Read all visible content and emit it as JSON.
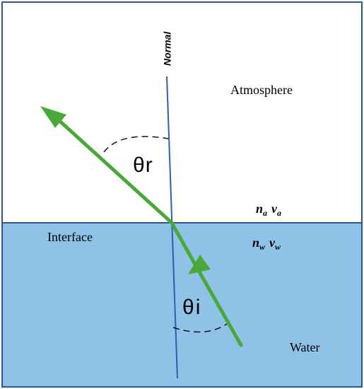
{
  "diagram": {
    "normal_label": "Normal",
    "atmosphere_label": "Atmosphere",
    "interface_label": "Interface",
    "water_label": "Water",
    "upper_media": {
      "n": "n",
      "n_sub": "a",
      "v": "v",
      "v_sub": "a"
    },
    "lower_media": {
      "n": "n",
      "n_sub": "w",
      "v": "v",
      "v_sub": "w"
    },
    "angle_refracted": {
      "symbol": "θ",
      "sub": "r"
    },
    "angle_incident": {
      "symbol": "θ",
      "sub": "i"
    }
  },
  "colors": {
    "water": "#8fc2e7",
    "border": "#2f5597",
    "normal_line": "#2f5fb0",
    "ray": "#4aa83a"
  }
}
